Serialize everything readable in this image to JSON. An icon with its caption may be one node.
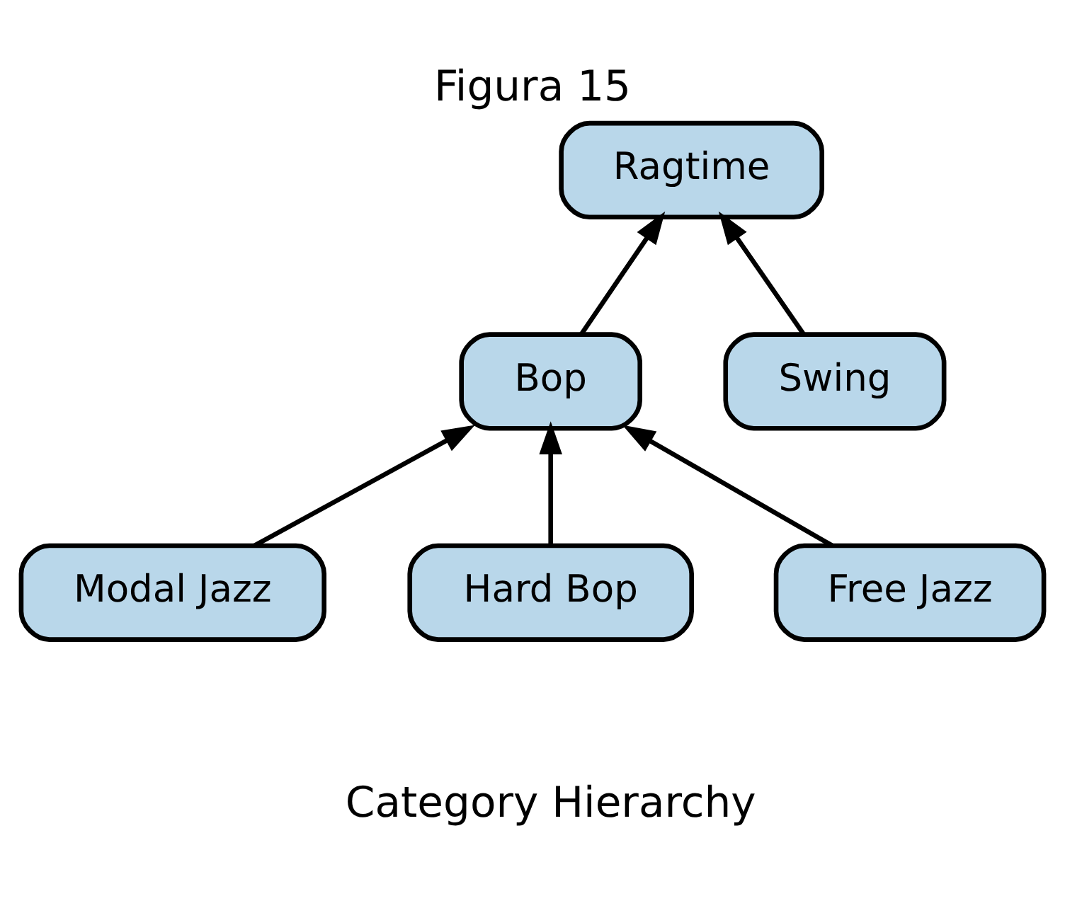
{
  "diagram": {
    "title": "Figura 15",
    "caption": "Category Hierarchy",
    "nodes": [
      {
        "text": [
          "Ragtime"
        ]
      },
      {
        "text": [
          "Bop"
        ]
      },
      {
        "text": [
          "Swing"
        ]
      },
      {
        "text": [
          "Modal Jazz"
        ]
      },
      {
        "text": [
          "Hard Bop"
        ]
      },
      {
        "text": [
          "Free Jazz"
        ]
      }
    ],
    "edges": [
      {
        "from": 1,
        "to": 0,
        "arrow": "to"
      },
      {
        "from": 2,
        "to": 0,
        "arrow": "to"
      },
      {
        "from": 3,
        "to": 1,
        "arrow": "to"
      },
      {
        "from": 4,
        "to": 1,
        "arrow": "to"
      },
      {
        "from": 5,
        "to": 1,
        "arrow": "to"
      }
    ]
  }
}
